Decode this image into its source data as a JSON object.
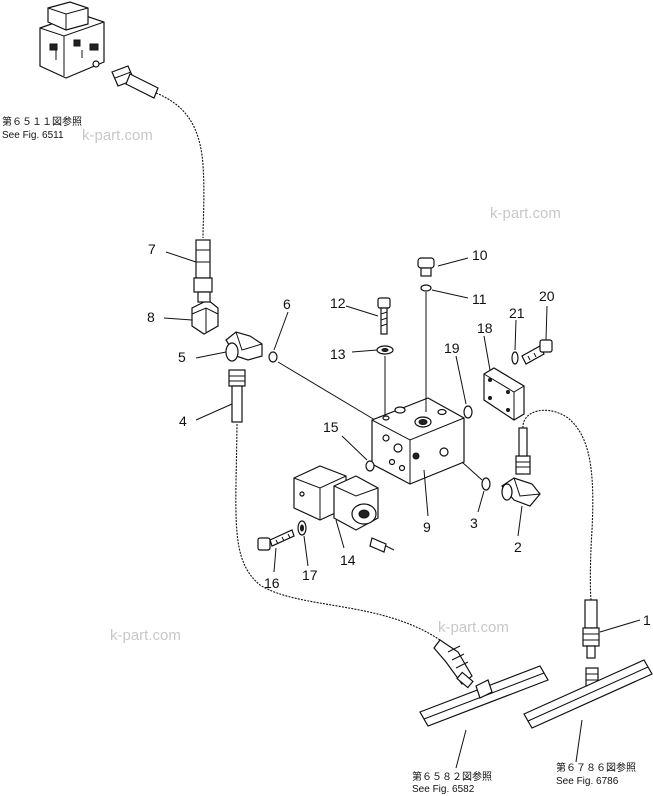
{
  "watermarks": [
    "k-part.com",
    "k-part.com",
    "k-part.com",
    "k-part.com"
  ],
  "references": [
    {
      "jp": "第６５１１図参照",
      "en": "See Fig. 6511"
    },
    {
      "jp": "第６５８２図参照",
      "en": "See Fig. 6582"
    },
    {
      "jp": "第６７８６図参照",
      "en": "See Fig. 6786"
    }
  ],
  "callouts": [
    "1",
    "2",
    "3",
    "4",
    "5",
    "6",
    "7",
    "8",
    "9",
    "10",
    "11",
    "12",
    "13",
    "14",
    "15",
    "16",
    "17",
    "18",
    "19",
    "20",
    "21"
  ]
}
